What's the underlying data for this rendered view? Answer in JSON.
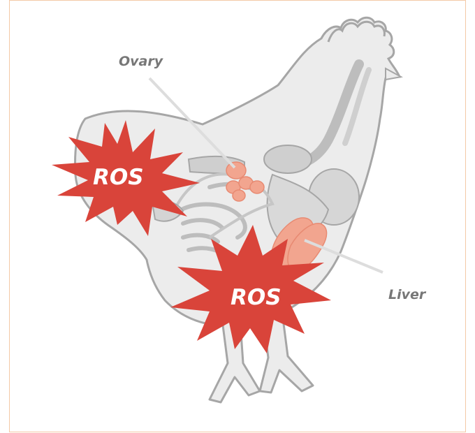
{
  "labels": {
    "ovary": "Ovary",
    "liver": "Liver"
  },
  "bursts": {
    "left": "ROS",
    "bottom": "ROS"
  },
  "colors": {
    "frame": "#f3c9a6",
    "outline": "#a6a6a6",
    "body_fill": "#ececec",
    "organ_fill": "#d4d4d4",
    "organ_highlight": "#f2a58f",
    "burst": "#d9443a",
    "label": "#777777"
  }
}
